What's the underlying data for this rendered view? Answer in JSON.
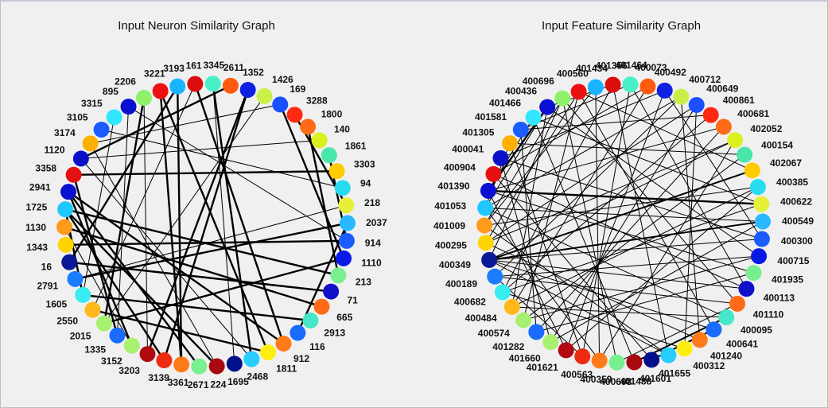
{
  "chart_data": [
    {
      "type": "network",
      "title": "Input Neuron Similarity Graph",
      "nodes": [
        {
          "label": "1343",
          "color": "#ffd400"
        },
        {
          "label": "1130",
          "color": "#ff9a1c"
        },
        {
          "label": "1725",
          "color": "#1ec8ff"
        },
        {
          "label": "2941",
          "color": "#0a10d0"
        },
        {
          "label": "3358",
          "color": "#e61010"
        },
        {
          "label": "1120",
          "color": "#0a10c8"
        },
        {
          "label": "3174",
          "color": "#ffb000"
        },
        {
          "label": "3105",
          "color": "#1a5cff"
        },
        {
          "label": "3315",
          "color": "#33e6ff"
        },
        {
          "label": "895",
          "color": "#0a10d0"
        },
        {
          "label": "2206",
          "color": "#8ff06a"
        },
        {
          "label": "3221",
          "color": "#ee1010"
        },
        {
          "label": "3193",
          "color": "#18b4ff"
        },
        {
          "label": "161",
          "color": "#dc0d0d"
        },
        {
          "label": "3345",
          "color": "#48f0c8"
        },
        {
          "label": "2611",
          "color": "#ff5a10"
        },
        {
          "label": "1352",
          "color": "#1020e0"
        },
        {
          "label": "1426",
          "color": "#c8f048"
        },
        {
          "label": "169",
          "color": "#1a50ff"
        },
        {
          "label": "3288",
          "color": "#ff2a10"
        },
        {
          "label": "1800",
          "color": "#ff6a18"
        },
        {
          "label": "140",
          "color": "#dcf020"
        },
        {
          "label": "1861",
          "color": "#48e6a8"
        },
        {
          "label": "3303",
          "color": "#ffcc00"
        },
        {
          "label": "94",
          "color": "#28dcf0"
        },
        {
          "label": "218",
          "color": "#e6f038"
        },
        {
          "label": "2037",
          "color": "#28b8ff"
        },
        {
          "label": "914",
          "color": "#1a5cff"
        },
        {
          "label": "1110",
          "color": "#0a1ae6"
        },
        {
          "label": "213",
          "color": "#78f090"
        },
        {
          "label": "71",
          "color": "#1010c8"
        },
        {
          "label": "665",
          "color": "#ff6a18"
        },
        {
          "label": "2913",
          "color": "#48e6c8"
        },
        {
          "label": "116",
          "color": "#1a6cff"
        },
        {
          "label": "912",
          "color": "#ff7a18"
        },
        {
          "label": "1811",
          "color": "#ffee10"
        },
        {
          "label": "2468",
          "color": "#28ccff"
        },
        {
          "label": "1695",
          "color": "#00108a"
        },
        {
          "label": "224",
          "color": "#a80810"
        },
        {
          "label": "2671",
          "color": "#78f090"
        },
        {
          "label": "3361",
          "color": "#ff7a18"
        },
        {
          "label": "3139",
          "color": "#ee2a10"
        },
        {
          "label": "3203",
          "color": "#b00a10"
        },
        {
          "label": "3152",
          "color": "#a8f070"
        },
        {
          "label": "1335",
          "color": "#1a6cff"
        },
        {
          "label": "2015",
          "color": "#a8f070"
        },
        {
          "label": "2550",
          "color": "#ffb81c"
        },
        {
          "label": "1605",
          "color": "#38ecf0"
        },
        {
          "label": "2791",
          "color": "#1a7cff"
        },
        {
          "label": "16",
          "color": "#0a1898"
        }
      ],
      "edges": [
        [
          2,
          47,
          2.4
        ],
        [
          2,
          41,
          2.4
        ],
        [
          3,
          43,
          2.4
        ],
        [
          4,
          44,
          2.4
        ],
        [
          5,
          15,
          2.4
        ],
        [
          5,
          21,
          1
        ],
        [
          6,
          38,
          1
        ],
        [
          6,
          18,
          1
        ],
        [
          9,
          27,
          1
        ],
        [
          10,
          42,
          1
        ],
        [
          10,
          45,
          2.4
        ],
        [
          11,
          35,
          2.4
        ],
        [
          11,
          40,
          2.4
        ],
        [
          12,
          40,
          2.4
        ],
        [
          13,
          34,
          2.4
        ],
        [
          14,
          36,
          2.4
        ],
        [
          16,
          41,
          2.4
        ],
        [
          17,
          45,
          1
        ],
        [
          18,
          28,
          2.4
        ],
        [
          19,
          25,
          2.4
        ],
        [
          20,
          29,
          2.4
        ],
        [
          22,
          27,
          2.4
        ],
        [
          23,
          4,
          2.4
        ],
        [
          24,
          7,
          1
        ],
        [
          25,
          48,
          1
        ],
        [
          26,
          33,
          2.4
        ],
        [
          27,
          0,
          2.4
        ],
        [
          28,
          45,
          2.4
        ],
        [
          29,
          2,
          2.4
        ],
        [
          30,
          49,
          2.4
        ],
        [
          31,
          1,
          2.4
        ],
        [
          32,
          47,
          2.4
        ],
        [
          34,
          3,
          2.4
        ],
        [
          35,
          46,
          2.4
        ],
        [
          36,
          5,
          1
        ],
        [
          37,
          14,
          1
        ],
        [
          38,
          2,
          2.4
        ],
        [
          39,
          3,
          2.4
        ],
        [
          42,
          16,
          2.4
        ],
        [
          43,
          1,
          1
        ],
        [
          44,
          9,
          1
        ],
        [
          46,
          13,
          1
        ],
        [
          47,
          8,
          1
        ],
        [
          48,
          26,
          2.4
        ],
        [
          49,
          12,
          2.4
        ]
      ]
    },
    {
      "type": "network",
      "title": "Input Feature Similarity Graph",
      "nodes": [
        {
          "label": "400295",
          "color": "#ffd400"
        },
        {
          "label": "401009",
          "color": "#ff9a1c"
        },
        {
          "label": "401053",
          "color": "#1ec8ff"
        },
        {
          "label": "401390",
          "color": "#0a10d0"
        },
        {
          "label": "400904",
          "color": "#e61010"
        },
        {
          "label": "400041",
          "color": "#0a10c8"
        },
        {
          "label": "401305",
          "color": "#ffb000"
        },
        {
          "label": "401581",
          "color": "#1a5cff"
        },
        {
          "label": "401466",
          "color": "#33e6ff"
        },
        {
          "label": "400436",
          "color": "#0a10d0"
        },
        {
          "label": "400696",
          "color": "#8ff06a"
        },
        {
          "label": "400560",
          "color": "#ee1010"
        },
        {
          "label": "401434",
          "color": "#18b4ff"
        },
        {
          "label": "401356",
          "color": "#dc0d0d"
        },
        {
          "label": "401464",
          "color": "#48f0c8"
        },
        {
          "label": "400073",
          "color": "#ff5a10"
        },
        {
          "label": "400492",
          "color": "#1020e0"
        },
        {
          "label": "400712",
          "color": "#c8f048"
        },
        {
          "label": "400649",
          "color": "#1a50ff"
        },
        {
          "label": "400861",
          "color": "#ff2a10"
        },
        {
          "label": "400681",
          "color": "#ff6a18"
        },
        {
          "label": "402052",
          "color": "#dcf020"
        },
        {
          "label": "400154",
          "color": "#48e6a8"
        },
        {
          "label": "402067",
          "color": "#ffcc00"
        },
        {
          "label": "400385",
          "color": "#28dcf0"
        },
        {
          "label": "400622",
          "color": "#e6f038"
        },
        {
          "label": "400549",
          "color": "#28b8ff"
        },
        {
          "label": "400300",
          "color": "#1a5cff"
        },
        {
          "label": "400715",
          "color": "#0a1ae6"
        },
        {
          "label": "401935",
          "color": "#78f090"
        },
        {
          "label": "400113",
          "color": "#1010c8"
        },
        {
          "label": "401110",
          "color": "#ff6a18"
        },
        {
          "label": "400095",
          "color": "#48e6c8"
        },
        {
          "label": "400641",
          "color": "#1a6cff"
        },
        {
          "label": "401240",
          "color": "#ff7a18"
        },
        {
          "label": "400312",
          "color": "#ffee10"
        },
        {
          "label": "401655",
          "color": "#28ccff"
        },
        {
          "label": "401601",
          "color": "#00108a"
        },
        {
          "label": "401488",
          "color": "#a80810"
        },
        {
          "label": "400698",
          "color": "#78f090"
        },
        {
          "label": "400359",
          "color": "#ff7a18"
        },
        {
          "label": "400563",
          "color": "#ee2a10"
        },
        {
          "label": "401621",
          "color": "#b00a10"
        },
        {
          "label": "401660",
          "color": "#a8f070"
        },
        {
          "label": "401282",
          "color": "#1a6cff"
        },
        {
          "label": "400574",
          "color": "#a8f070"
        },
        {
          "label": "400484",
          "color": "#ffb81c"
        },
        {
          "label": "400682",
          "color": "#38ecf0"
        },
        {
          "label": "400189",
          "color": "#1a7cff"
        },
        {
          "label": "400349",
          "color": "#0a1898"
        }
      ],
      "edges": [
        [
          49,
          26,
          2
        ],
        [
          49,
          23,
          2
        ],
        [
          49,
          30,
          1
        ],
        [
          49,
          33,
          1
        ],
        [
          49,
          21,
          1
        ],
        [
          49,
          36,
          1
        ],
        [
          49,
          27,
          1
        ],
        [
          49,
          10,
          1
        ],
        [
          48,
          31,
          1
        ],
        [
          48,
          28,
          1
        ],
        [
          48,
          17,
          1
        ],
        [
          48,
          41,
          1
        ],
        [
          47,
          25,
          1
        ],
        [
          47,
          19,
          1
        ],
        [
          47,
          35,
          1
        ],
        [
          47,
          13,
          1
        ],
        [
          46,
          15,
          1
        ],
        [
          46,
          24,
          1
        ],
        [
          46,
          9,
          1
        ],
        [
          46,
          32,
          1
        ],
        [
          45,
          11,
          1
        ],
        [
          45,
          22,
          1
        ],
        [
          45,
          28,
          1
        ],
        [
          44,
          20,
          1
        ],
        [
          44,
          7,
          1
        ],
        [
          44,
          29,
          1
        ],
        [
          43,
          18,
          1
        ],
        [
          43,
          5,
          1
        ],
        [
          43,
          26,
          1
        ],
        [
          42,
          16,
          1
        ],
        [
          42,
          3,
          1
        ],
        [
          42,
          24,
          1
        ],
        [
          41,
          14,
          1
        ],
        [
          41,
          6,
          1
        ],
        [
          40,
          12,
          1
        ],
        [
          40,
          2,
          1
        ],
        [
          40,
          21,
          1
        ],
        [
          39,
          10,
          1
        ],
        [
          39,
          31,
          1
        ],
        [
          38,
          32,
          2
        ],
        [
          38,
          8,
          1
        ],
        [
          37,
          33,
          2
        ],
        [
          37,
          4,
          1
        ],
        [
          36,
          13,
          1
        ],
        [
          36,
          1,
          1
        ],
        [
          35,
          18,
          1
        ],
        [
          34,
          17,
          1
        ],
        [
          34,
          0,
          1
        ],
        [
          33,
          11,
          1
        ],
        [
          32,
          2,
          1
        ],
        [
          31,
          10,
          1
        ],
        [
          30,
          4,
          1
        ],
        [
          30,
          14,
          1
        ],
        [
          29,
          3,
          1
        ],
        [
          28,
          9,
          1
        ],
        [
          27,
          5,
          1
        ],
        [
          27,
          16,
          1
        ],
        [
          26,
          2,
          1
        ],
        [
          25,
          8,
          1
        ],
        [
          25,
          3,
          2.4
        ],
        [
          24,
          1,
          1
        ],
        [
          23,
          11,
          1
        ],
        [
          22,
          6,
          1
        ],
        [
          21,
          0,
          1
        ],
        [
          20,
          3,
          1
        ],
        [
          19,
          7,
          1
        ],
        [
          18,
          0,
          1
        ],
        [
          17,
          2,
          1
        ],
        [
          16,
          5,
          1
        ],
        [
          15,
          4,
          1
        ],
        [
          14,
          7,
          1
        ],
        [
          13,
          9,
          1
        ],
        [
          12,
          1,
          1
        ],
        [
          11,
          0,
          1
        ],
        [
          10,
          1,
          1
        ],
        [
          9,
          2,
          1
        ],
        [
          8,
          3,
          1
        ],
        [
          6,
          2,
          1
        ],
        [
          3,
          9,
          2.4
        ]
      ]
    }
  ]
}
